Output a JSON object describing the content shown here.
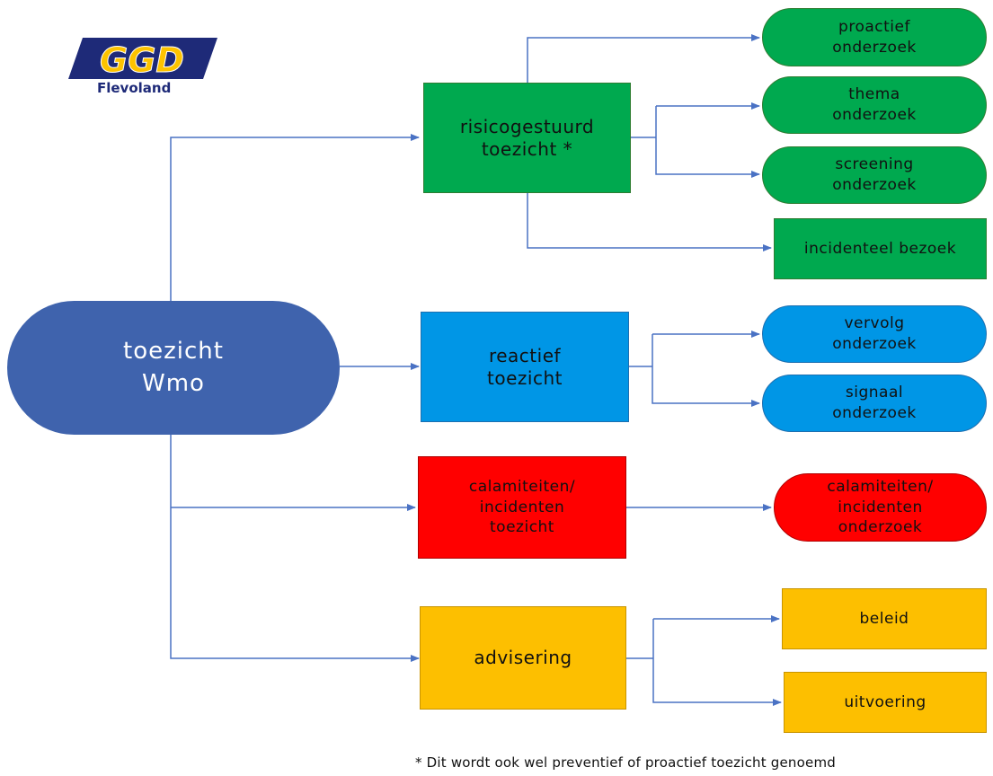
{
  "logo": {
    "text": "GGD",
    "subtitle": "Flevoland",
    "colors": {
      "blue": "#1e2a78",
      "yellow": "#fdc300"
    }
  },
  "root": {
    "lines": [
      "toezicht",
      "Wmo"
    ],
    "color": "#3f63ad"
  },
  "branches": {
    "risico": {
      "lines": [
        "risicogestuurd",
        "toezicht *"
      ],
      "color": "#00a94f"
    },
    "reactief": {
      "lines": [
        "reactief",
        "toezicht"
      ],
      "color": "#0096e6"
    },
    "calamiteiten": {
      "lines": [
        "calamiteiten/",
        "incidenten",
        "toezicht"
      ],
      "color": "#ff0000"
    },
    "advisering": {
      "lines": [
        "advisering"
      ],
      "color": "#fdbf00"
    }
  },
  "leaves": {
    "proactief": {
      "lines": [
        "proactief",
        "onderzoek"
      ]
    },
    "thema": {
      "lines": [
        "thema",
        "onderzoek"
      ]
    },
    "screening": {
      "lines": [
        "screening",
        "onderzoek"
      ]
    },
    "incidenteel": {
      "lines": [
        "incidenteel bezoek"
      ]
    },
    "vervolg": {
      "lines": [
        "vervolg",
        "onderzoek"
      ]
    },
    "signaal": {
      "lines": [
        "signaal",
        "onderzoek"
      ]
    },
    "calamiteiten_onderzoek": {
      "lines": [
        "calamiteiten/",
        "incidenten",
        "onderzoek"
      ]
    },
    "beleid": {
      "lines": [
        "beleid"
      ]
    },
    "uitvoering": {
      "lines": [
        "uitvoering"
      ]
    }
  },
  "footnote": "* Dit wordt ook wel preventief of proactief toezicht genoemd",
  "connector_color": "#4a72c4"
}
